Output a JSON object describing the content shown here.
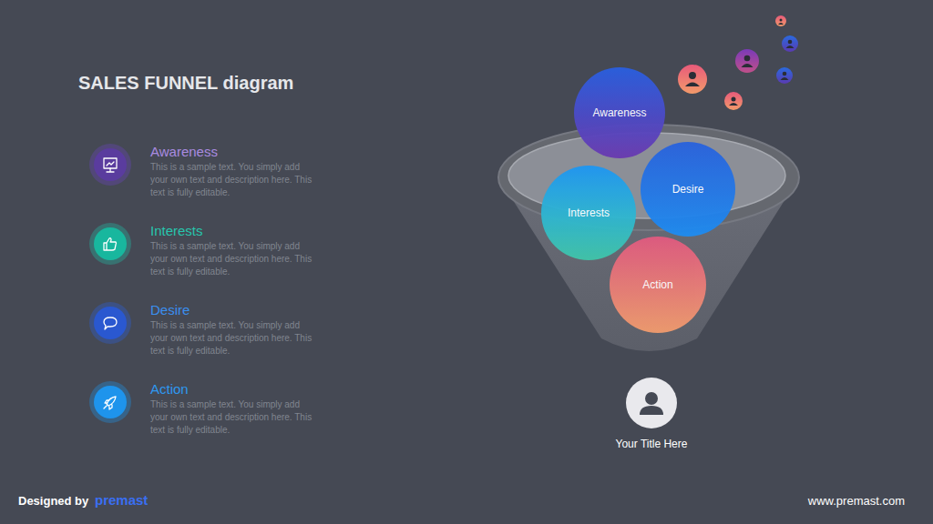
{
  "diagram": {
    "title": "SALES FUNNEL diagram",
    "nodes": [
      {
        "text": [
          "Awareness",
          "This is a sample text. You simply add your own text and description here. This text is fully editable."
        ]
      },
      {
        "text": [
          "Interests",
          "This is a sample text. You simply add your own text and description here. This text is fully editable."
        ]
      },
      {
        "text": [
          "Desire",
          "This is a sample text. You simply add your own text and description here. This text is fully editable."
        ]
      },
      {
        "text": [
          "Action",
          "This is a sample text. You simply add your own text and description here. This text is fully editable."
        ]
      },
      {
        "text": [
          "Awareness"
        ]
      },
      {
        "text": [
          "Interests"
        ]
      },
      {
        "text": [
          "Desire"
        ]
      },
      {
        "text": [
          "Action"
        ]
      },
      {
        "text": [
          "Your Title Here"
        ]
      }
    ],
    "labels": [
      "Designed by",
      "premast",
      "www.premast.com"
    ]
  }
}
